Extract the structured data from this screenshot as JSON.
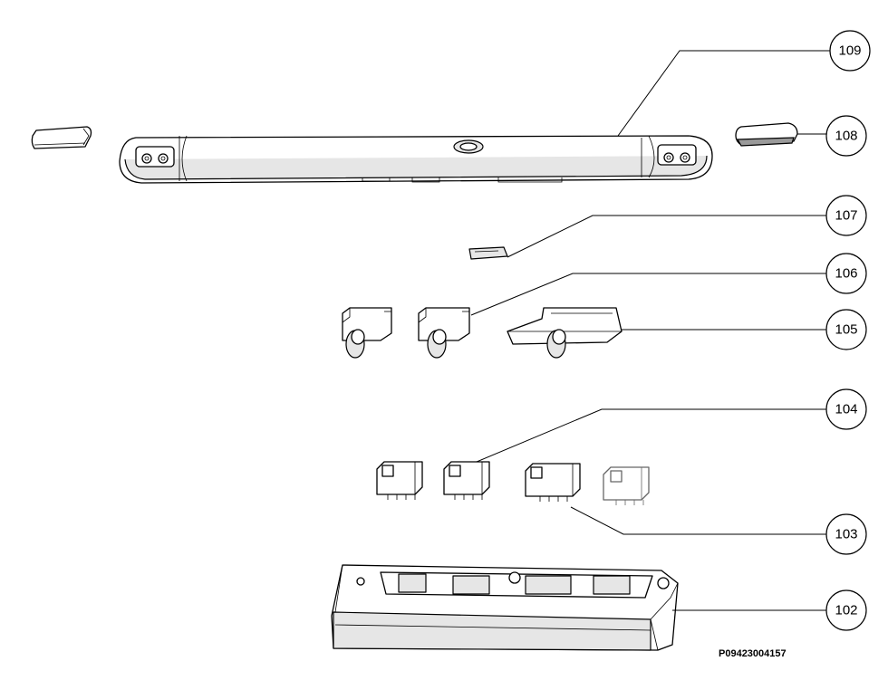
{
  "callouts": [
    {
      "id": "109",
      "label": "109"
    },
    {
      "id": "108",
      "label": "108"
    },
    {
      "id": "107",
      "label": "107"
    },
    {
      "id": "106",
      "label": "106"
    },
    {
      "id": "105",
      "label": "105"
    },
    {
      "id": "104",
      "label": "104"
    },
    {
      "id": "103",
      "label": "103"
    },
    {
      "id": "102",
      "label": "102"
    }
  ],
  "drawing_code": "P09423004157",
  "colors": {
    "line": "#000000",
    "background": "#ffffff",
    "part_shade": "#e6e6e6"
  }
}
